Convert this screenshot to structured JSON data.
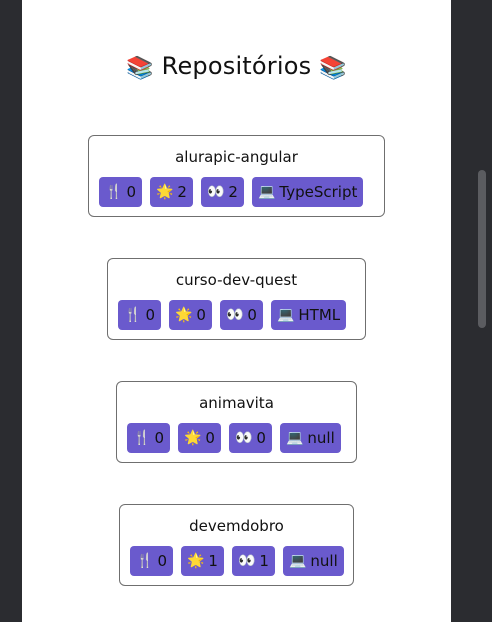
{
  "page": {
    "title": "Repositórios",
    "title_icon": "books-emoji",
    "title_emoji": "📚"
  },
  "badge_emojis": {
    "forks": "🍴",
    "stars": "🌟",
    "watchers": "👀",
    "language": "💻"
  },
  "repos": [
    {
      "name": "alurapic-angular",
      "forks": "0",
      "stars": "2",
      "watchers": "2",
      "language": "TypeScript"
    },
    {
      "name": "curso-dev-quest",
      "forks": "0",
      "stars": "0",
      "watchers": "0",
      "language": "HTML"
    },
    {
      "name": "animavita",
      "forks": "0",
      "stars": "0",
      "watchers": "0",
      "language": "null"
    },
    {
      "name": "devemdobro",
      "forks": "0",
      "stars": "1",
      "watchers": "1",
      "language": "null"
    }
  ],
  "colors": {
    "badge": "#6a5acd",
    "page_bg": "#ffffff",
    "sidebar_bg": "#2b2c30"
  }
}
